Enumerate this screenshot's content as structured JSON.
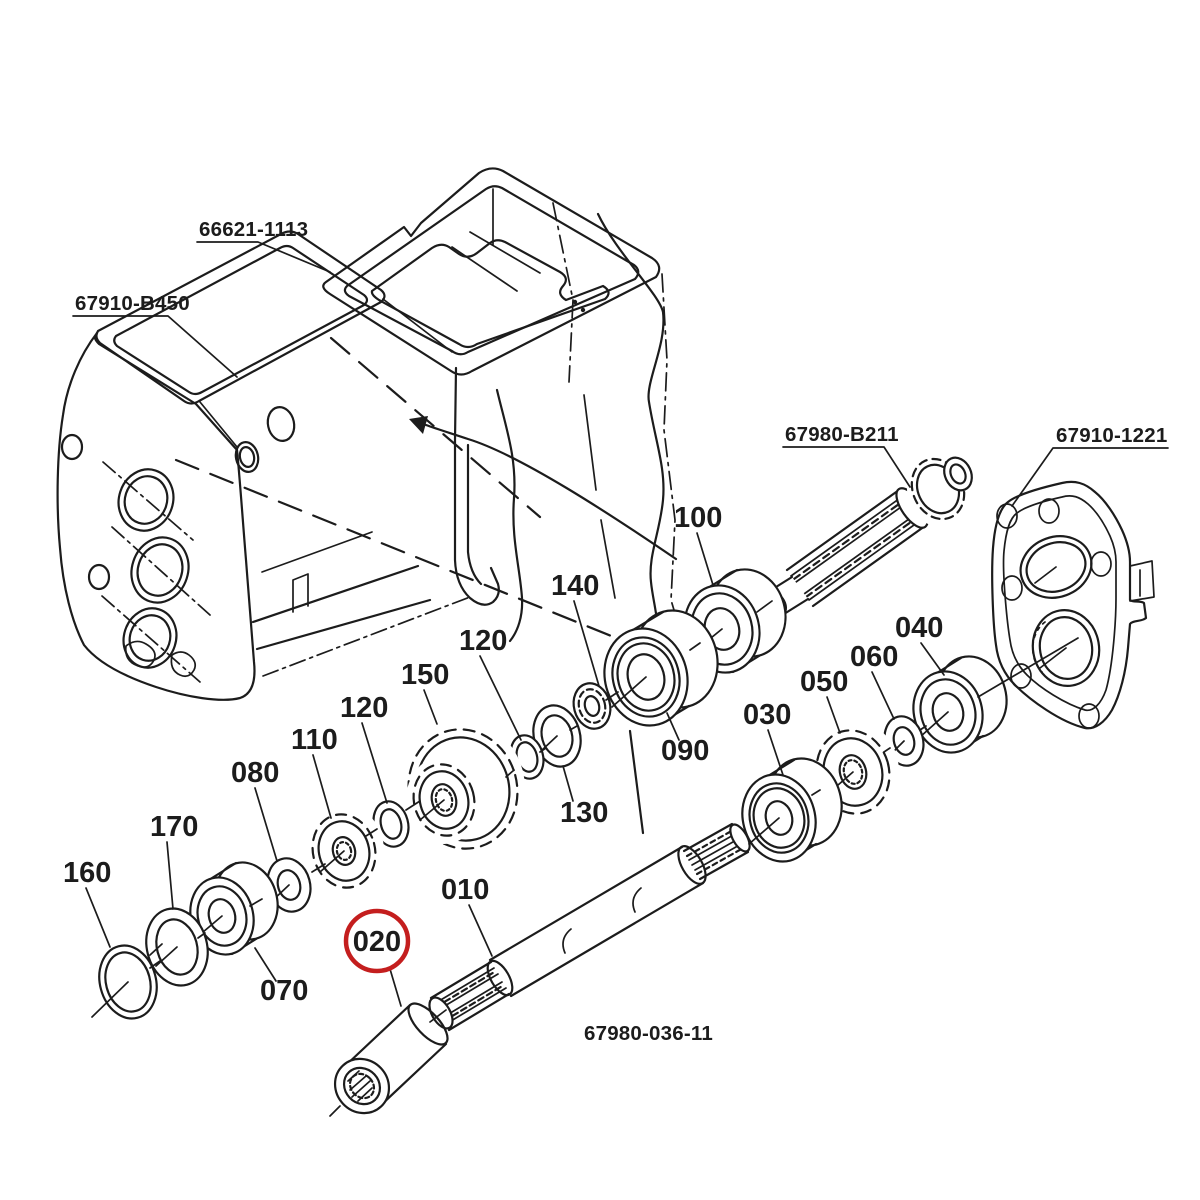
{
  "diagram": {
    "kind": "exploded-parts-diagram",
    "colors": {
      "line": "#1c1c1c",
      "background": "#ffffff"
    },
    "codes": {
      "top_cover": "66621-1113",
      "case": "67910-B450",
      "input_shaft": "67980-B211",
      "side_cover": "67910-1221",
      "footer": "67980-036-11"
    },
    "callouts": {
      "c010": "010",
      "c020": "020",
      "c030": "030",
      "c040": "040",
      "c050": "050",
      "c060": "060",
      "c070": "070",
      "c080": "080",
      "c090": "090",
      "c100": "100",
      "c110": "110",
      "c120_left": "120",
      "c120_right": "120",
      "c130": "130",
      "c140": "140",
      "c150": "150",
      "c160": "160",
      "c170": "170"
    },
    "highlight": {
      "part": "020",
      "color": "#c41e1e"
    }
  }
}
